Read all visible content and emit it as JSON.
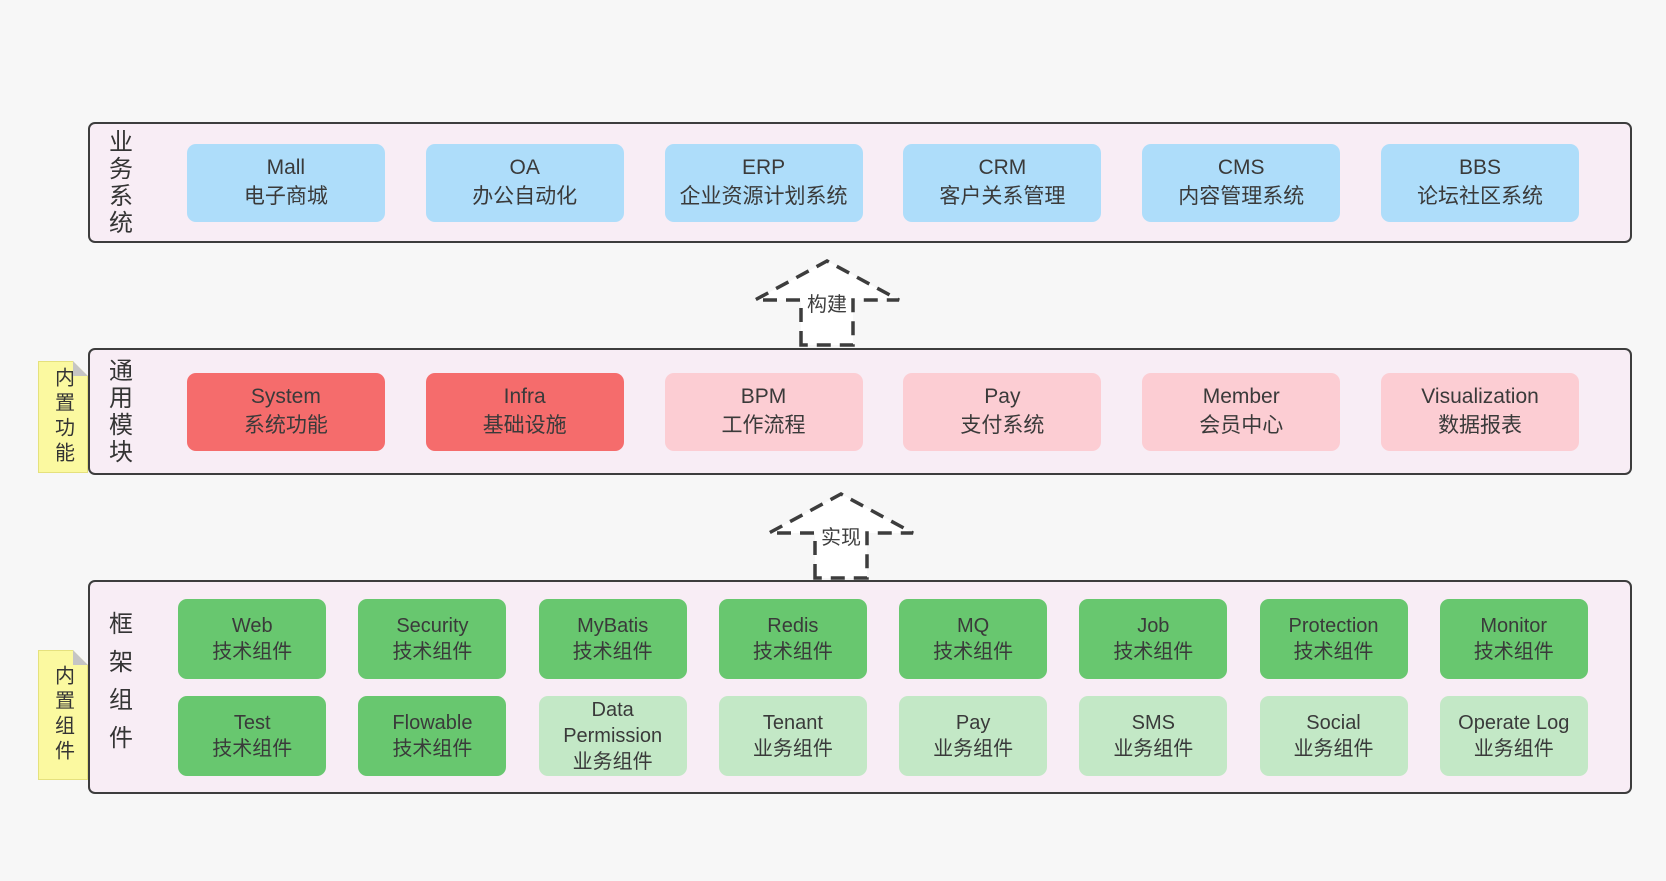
{
  "colors": {
    "page_bg": "#f7f7f7",
    "band_bg": "#f8edf5",
    "border": "#3d3d3d",
    "text": "#3a3a3a",
    "blue": "#aeddfa",
    "red": "#f56c6c",
    "pink": "#fccdd3",
    "green_dark": "#68c76f",
    "green_light": "#c3e8c6",
    "sticky_yellow": "#fbf9a0",
    "fold_gray": "#c5c5c5"
  },
  "arrows": {
    "build": "构建",
    "implement": "实现"
  },
  "bands": {
    "business": {
      "label": "业务系统",
      "boxes": [
        {
          "name": "Mall",
          "desc": "电子商城"
        },
        {
          "name": "OA",
          "desc": "办公自动化"
        },
        {
          "name": "ERP",
          "desc": "企业资源计划系统"
        },
        {
          "name": "CRM",
          "desc": "客户关系管理"
        },
        {
          "name": "CMS",
          "desc": "内容管理系统"
        },
        {
          "name": "BBS",
          "desc": "论坛社区系统"
        }
      ]
    },
    "modules": {
      "label": "通用模块",
      "sticky": "内置功能",
      "boxes": [
        {
          "name": "System",
          "desc": "系统功能",
          "variant": "red"
        },
        {
          "name": "Infra",
          "desc": "基础设施",
          "variant": "red"
        },
        {
          "name": "BPM",
          "desc": "工作流程",
          "variant": "pink"
        },
        {
          "name": "Pay",
          "desc": "支付系统",
          "variant": "pink"
        },
        {
          "name": "Member",
          "desc": "会员中心",
          "variant": "pink"
        },
        {
          "name": "Visualization",
          "desc": "数据报表",
          "variant": "pink"
        }
      ]
    },
    "components": {
      "label": "框架组件",
      "sticky": "内置组件",
      "row1": [
        {
          "name": "Web",
          "desc": "技术组件",
          "variant": "dark"
        },
        {
          "name": "Security",
          "desc": "技术组件",
          "variant": "dark"
        },
        {
          "name": "MyBatis",
          "desc": "技术组件",
          "variant": "dark"
        },
        {
          "name": "Redis",
          "desc": "技术组件",
          "variant": "dark"
        },
        {
          "name": "MQ",
          "desc": "技术组件",
          "variant": "dark"
        },
        {
          "name": "Job",
          "desc": "技术组件",
          "variant": "dark"
        },
        {
          "name": "Protection",
          "desc": "技术组件",
          "variant": "dark"
        },
        {
          "name": "Monitor",
          "desc": "技术组件",
          "variant": "dark"
        }
      ],
      "row2": [
        {
          "name": "Test",
          "desc": "技术组件",
          "variant": "dark"
        },
        {
          "name": "Flowable",
          "desc": "技术组件",
          "variant": "dark"
        },
        {
          "name": "Data Permission",
          "desc": "业务组件",
          "variant": "light"
        },
        {
          "name": "Tenant",
          "desc": "业务组件",
          "variant": "light"
        },
        {
          "name": "Pay",
          "desc": "业务组件",
          "variant": "light"
        },
        {
          "name": "SMS",
          "desc": "业务组件",
          "variant": "light"
        },
        {
          "name": "Social",
          "desc": "业务组件",
          "variant": "light"
        },
        {
          "name": "Operate Log",
          "desc": "业务组件",
          "variant": "light"
        }
      ]
    }
  }
}
